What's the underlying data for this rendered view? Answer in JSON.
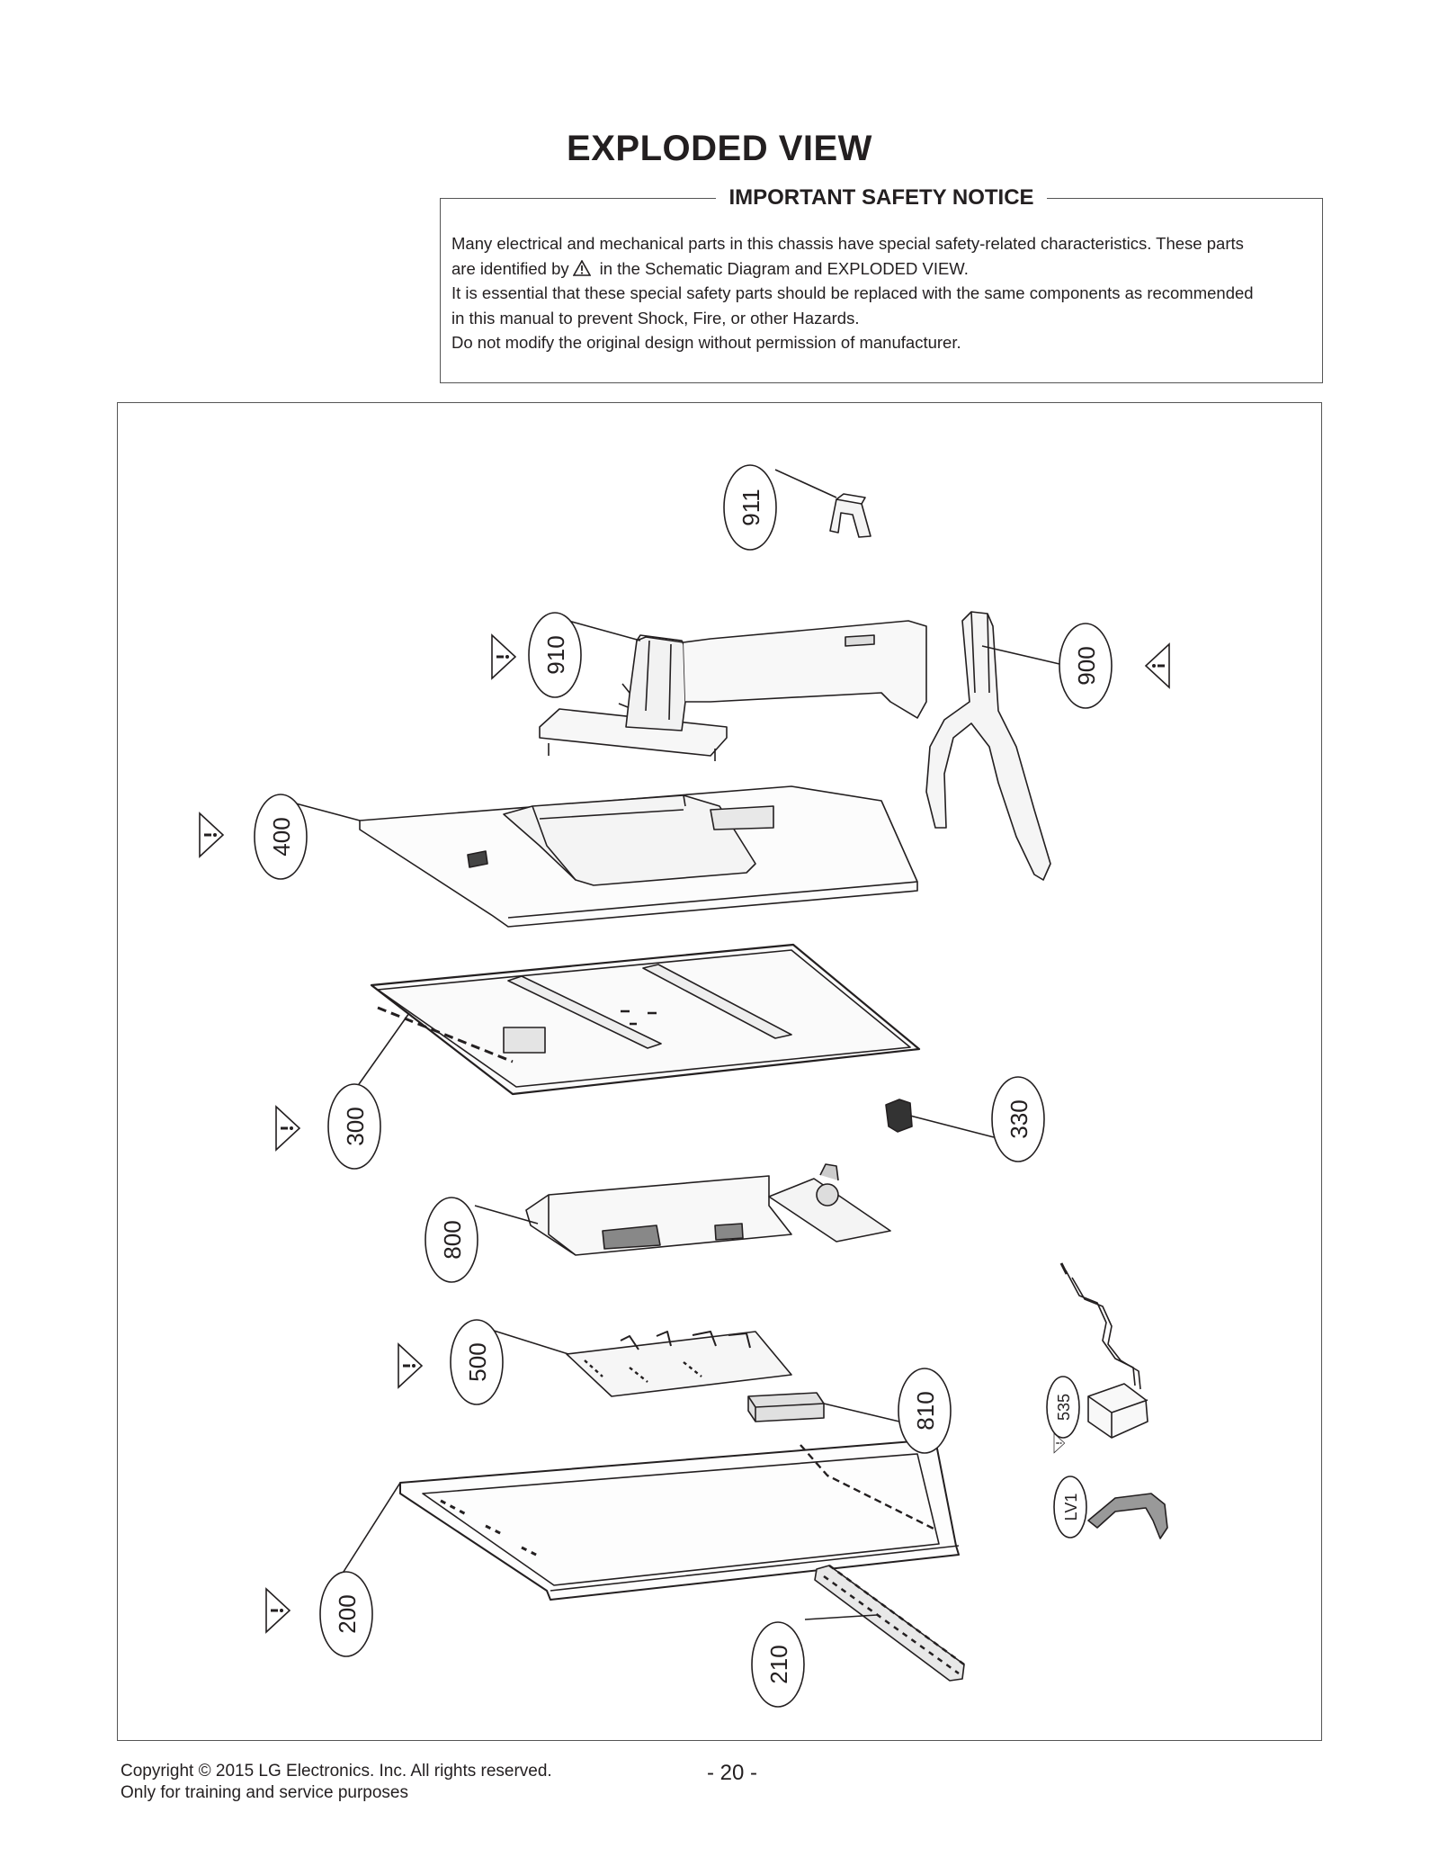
{
  "title": "EXPLODED VIEW",
  "notice": {
    "heading": "IMPORTANT SAFETY NOTICE",
    "line1": "Many electrical and mechanical parts in this chassis have special safety-related characteristics. These parts",
    "line2_pre": "are identified by",
    "line2_post": "in the Schematic Diagram and EXPLODED VIEW.",
    "line3": "It is essential that these special safety parts should be replaced with the same components as recommended",
    "line4": "in this manual to prevent Shock, Fire, or other Hazards.",
    "line5": "Do not modify the original design without permission of manufacturer."
  },
  "callouts": {
    "p911": "911",
    "p910": "910",
    "p900": "900",
    "p400": "400",
    "p300": "300",
    "p330": "330",
    "p800": "800",
    "p500": "500",
    "p810": "810",
    "p535": "535",
    "pLV1": "LV1",
    "p200": "200",
    "p210": "210"
  },
  "footer": {
    "copyright": "Copyright © 2015 LG Electronics. Inc. All rights reserved.",
    "usage": "Only for training and service purposes",
    "page": "- 20 -"
  }
}
